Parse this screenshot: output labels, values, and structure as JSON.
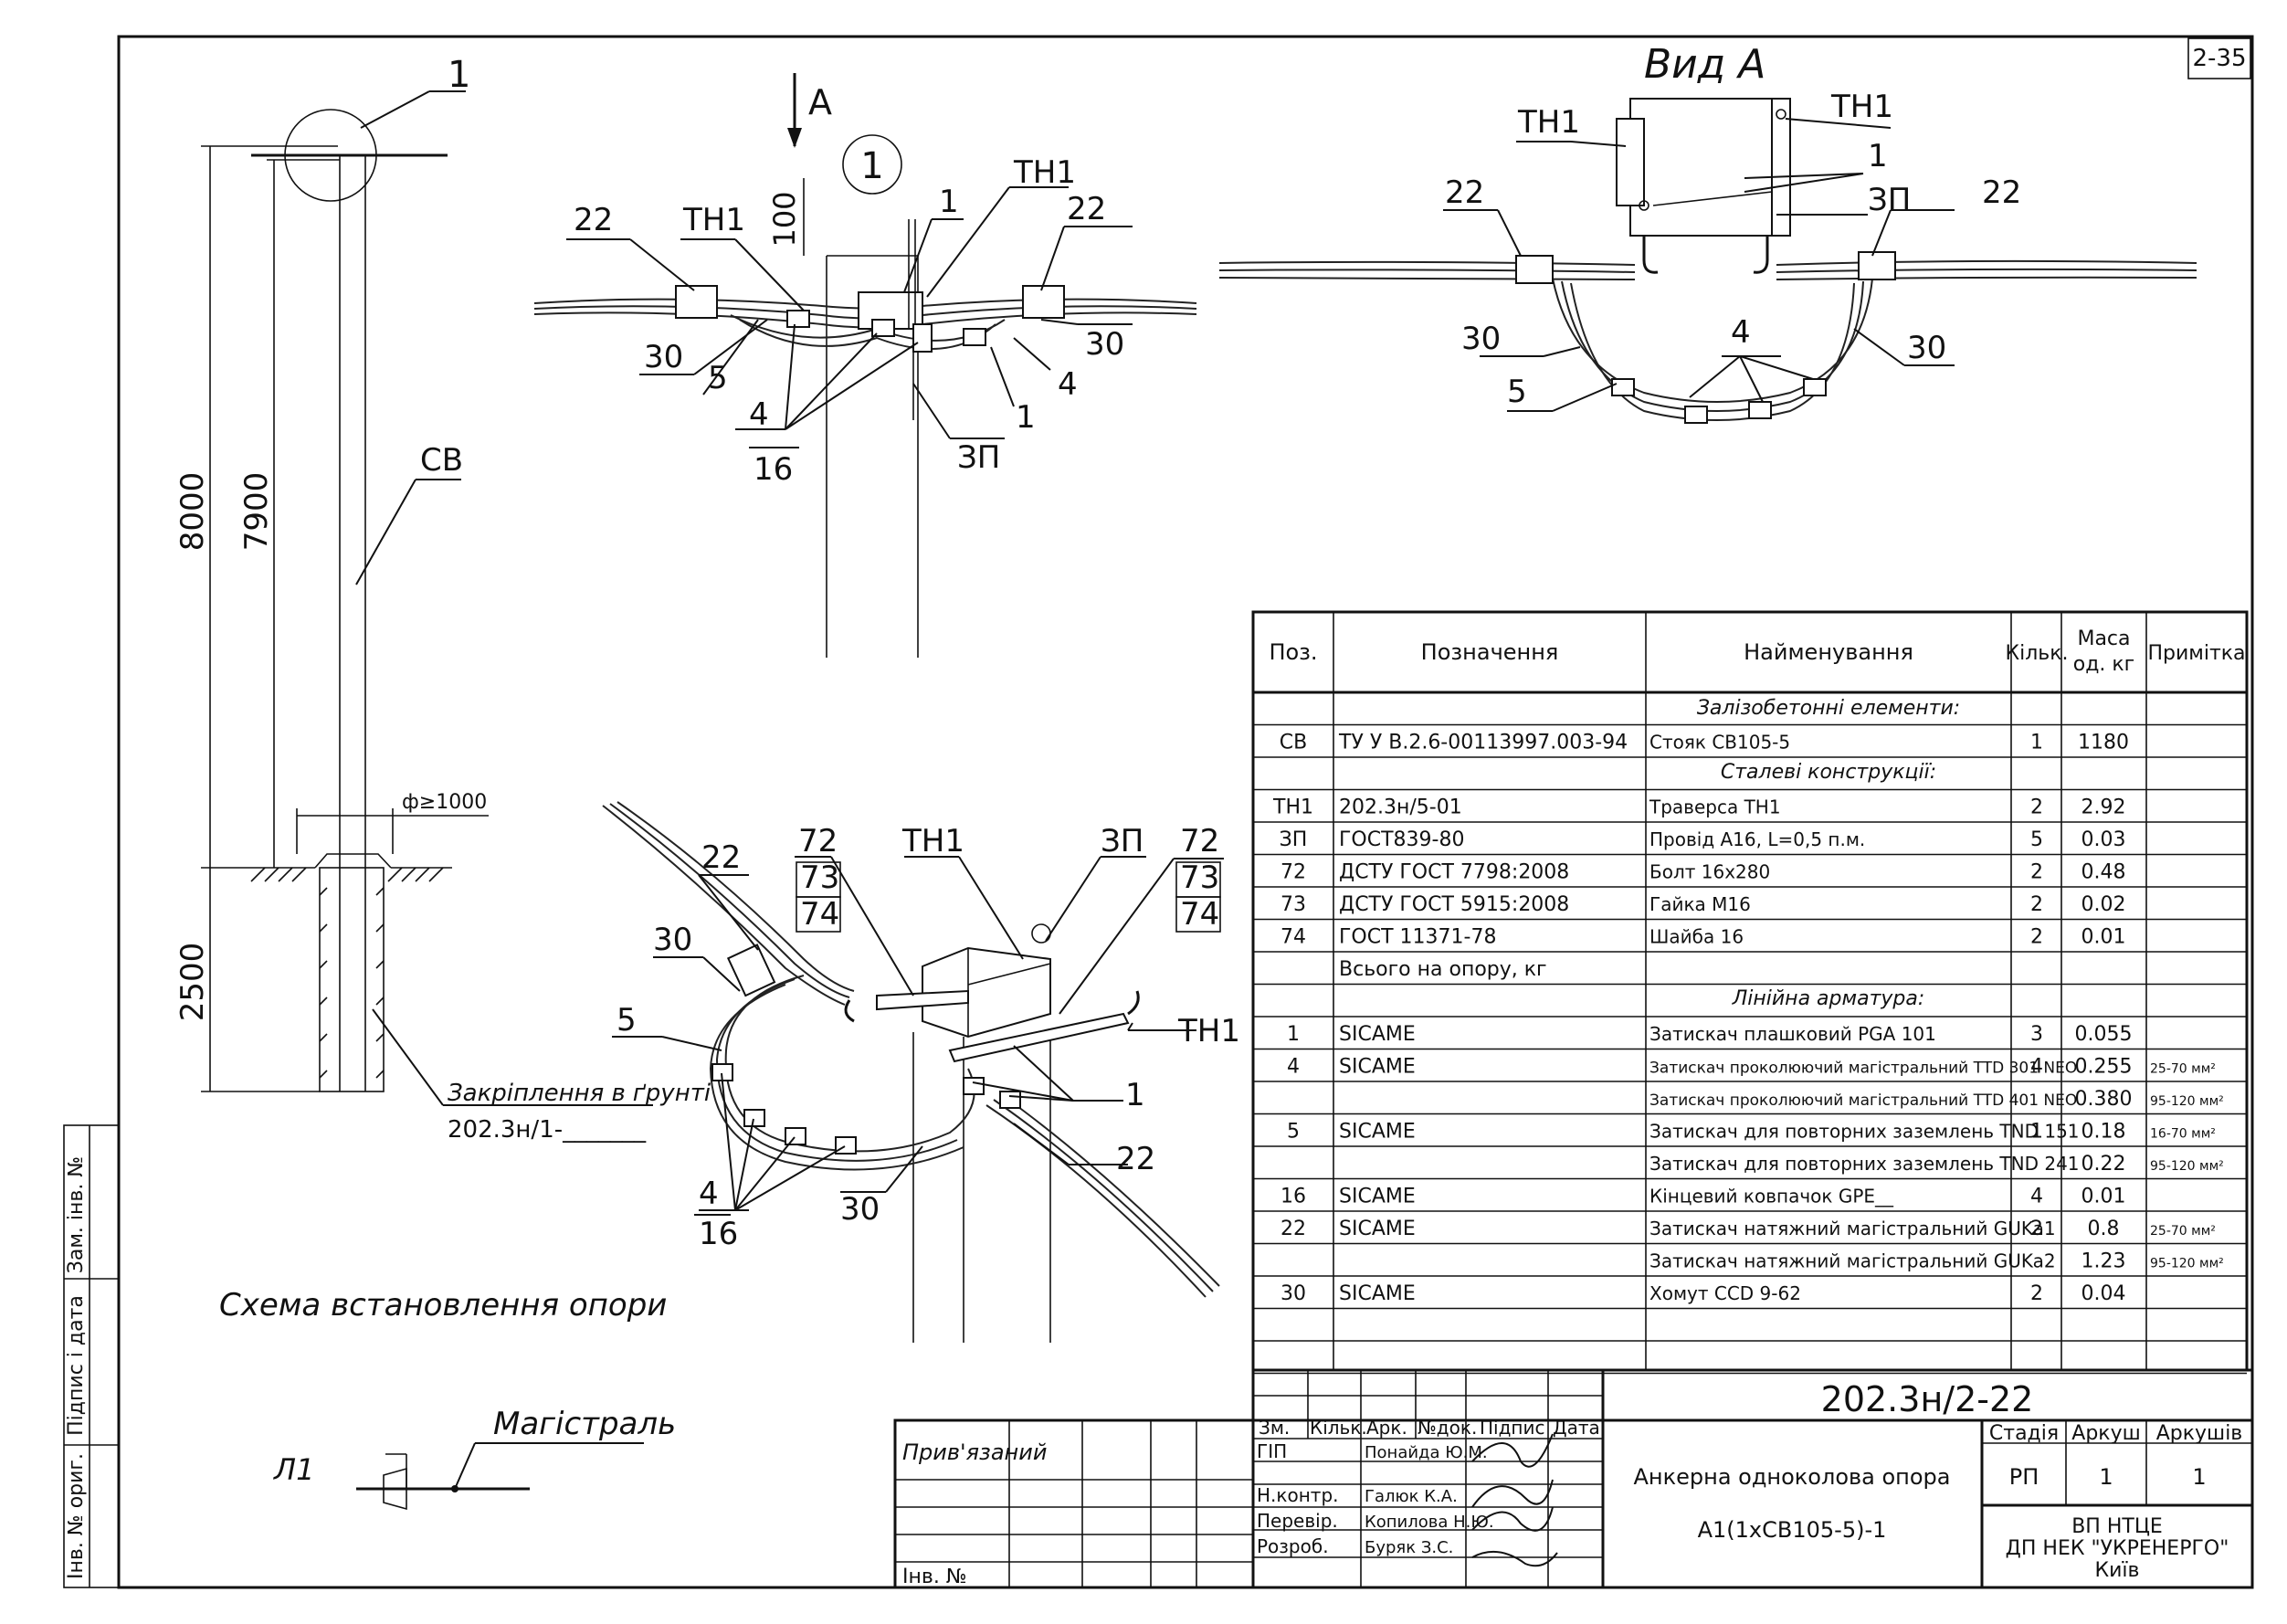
{
  "sheet_number": "2-35",
  "view_title": "Вид А",
  "view_arrow_label": "А",
  "detail_number": "1",
  "caption_scheme": "Схема встановлення опори",
  "magistral_label": "Магістраль",
  "line_label": "Л1",
  "left_elevation": {
    "top_callout": "1",
    "pole_label": "СВ",
    "dim_total": "8000",
    "dim_above": "7900",
    "dim_ground": "2500",
    "diameter": "ф≥1000",
    "anchor_label": "Закріплення в ґрунті",
    "anchor_ref": "202.3н/1-_______"
  },
  "detail_top": {
    "dim_100": "100",
    "labels": [
      "22",
      "ТН1",
      "1",
      "22",
      "30",
      "5",
      "4",
      "16",
      "ЗП",
      "1",
      "4",
      "30",
      "ТН1"
    ]
  },
  "view_a": {
    "labels": [
      "ТН1",
      "ТН1",
      "22",
      "1",
      "ЗП",
      "22",
      "30",
      "4",
      "5",
      "30"
    ]
  },
  "iso_view": {
    "labels": [
      "72",
      "73",
      "74",
      "ТН1",
      "ЗП",
      "72",
      "73",
      "74",
      "22",
      "30",
      "5",
      "ТН1",
      "1",
      "22",
      "4",
      "16",
      "30"
    ]
  },
  "spec_table": {
    "headers": [
      "Поз.",
      "Позначення",
      "Найменування",
      "Кільк.",
      "Маса од. кг",
      "Примітка"
    ],
    "sections": {
      "s1": "Залізобетонні елементи:",
      "s2": "Сталеві конструкції:",
      "s3": "Лінійна арматура:"
    },
    "rows": [
      {
        "pos": "СВ",
        "code": "ТУ У В.2.6-00113997.003-94",
        "name": "Стояк СВ105-5",
        "qty": "1",
        "mass": "1180",
        "note": ""
      },
      {
        "pos": "ТН1",
        "code": "202.3н/5-01",
        "name": "Траверса ТН1",
        "qty": "2",
        "mass": "2.92",
        "note": ""
      },
      {
        "pos": "ЗП",
        "code": "ГОСТ839-80",
        "name": "Провід А16, L=0,5 п.м.",
        "qty": "5",
        "mass": "0.03",
        "note": ""
      },
      {
        "pos": "72",
        "code": "ДСТУ ГОСТ 7798:2008",
        "name": "Болт 16х280",
        "qty": "2",
        "mass": "0.48",
        "note": ""
      },
      {
        "pos": "73",
        "code": "ДСТУ ГОСТ 5915:2008",
        "name": "Гайка М16",
        "qty": "2",
        "mass": "0.02",
        "note": ""
      },
      {
        "pos": "74",
        "code": "ГОСТ 11371-78",
        "name": "Шайба 16",
        "qty": "2",
        "mass": "0.01",
        "note": ""
      },
      {
        "pos": "",
        "code": "Всього на опору, кг",
        "name": "",
        "qty": "",
        "mass": "",
        "note": ""
      },
      {
        "pos": "1",
        "code": "SICAME",
        "name": "Затискач плашковий PGA 101",
        "qty": "3",
        "mass": "0.055",
        "note": ""
      },
      {
        "pos": "4",
        "code": "SICAME",
        "name": "Затискач проколюючий магістральний TTD 301 NEO",
        "qty": "4",
        "mass": "0.255",
        "note": "25-70 мм²"
      },
      {
        "pos": "",
        "code": "",
        "name": "Затискач проколюючий магістральний TTD 401 NEO",
        "qty": "",
        "mass": "0.380",
        "note": "95-120 мм²"
      },
      {
        "pos": "5",
        "code": "SICAME",
        "name": "Затискач для повторних заземлень TND 151",
        "qty": "1",
        "mass": "0.18",
        "note": "16-70 мм²"
      },
      {
        "pos": "",
        "code": "",
        "name": "Затискач для повторних заземлень TND 241",
        "qty": "",
        "mass": "0.22",
        "note": "95-120 мм²"
      },
      {
        "pos": "16",
        "code": "SICAME",
        "name": "Кінцевий ковпачок GPE__",
        "qty": "4",
        "mass": "0.01",
        "note": ""
      },
      {
        "pos": "22",
        "code": "SICAME",
        "name": "Затискач натяжний магістральний GUKa1",
        "qty": "2",
        "mass": "0.8",
        "note": "25-70 мм²"
      },
      {
        "pos": "",
        "code": "",
        "name": "Затискач натяжний магістральний GUKa2",
        "qty": "",
        "mass": "1.23",
        "note": "95-120 мм²"
      },
      {
        "pos": "30",
        "code": "SICAME",
        "name": "Хомут CCD 9-62",
        "qty": "2",
        "mass": "0.04",
        "note": ""
      }
    ]
  },
  "title_block": {
    "doc_number": "202.3н/2-22",
    "linked_label": "Прив'язаний",
    "inv_label": "Інв. №",
    "col_headers": [
      "Зм.",
      "Кільк.",
      "Арк.",
      "№док.",
      "Підпис",
      "Дата"
    ],
    "roles": [
      "ГІП",
      "Н.контр.",
      "Перевір.",
      "Розроб."
    ],
    "people": [
      "Понайда Ю.М.",
      "Галюк К.А.",
      "Копилова Н.Ю.",
      "Буряк З.С."
    ],
    "title_line1": "Анкерна одноколова опора",
    "title_line2": "А1(1хСВ105-5)-1",
    "stage_header": "Стадія",
    "sheet_header": "Аркуш",
    "sheets_header": "Аркушів",
    "stage_value": "РП",
    "sheet_value": "1",
    "sheets_value": "1",
    "org_line1": "ВП НТЦЕ",
    "org_line2": "ДП НЕК \"УКРЕНЕРГО\"",
    "org_line3": "Київ"
  },
  "side_stamp": [
    "Зам. інв. №",
    "Підпис і дата",
    "Інв. № ориг."
  ]
}
